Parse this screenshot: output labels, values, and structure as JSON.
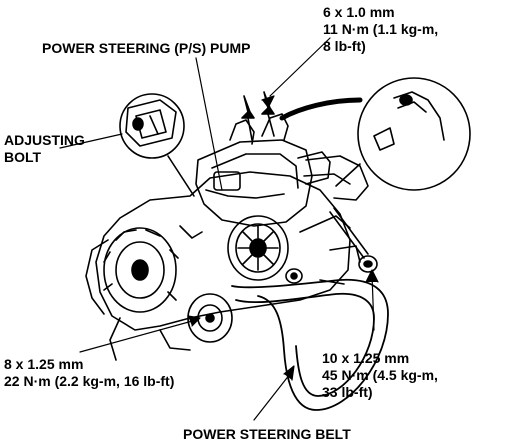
{
  "labels": {
    "pump": "POWER STEERING (P/S) PUMP",
    "adjusting_bolt": [
      "ADJUSTING",
      "BOLT"
    ],
    "bolt_6": [
      "6 x 1.0 mm",
      "11 N·m (1.1 kg-m,",
      "8 lb-ft)"
    ],
    "bolt_8": [
      "8 x 1.25 mm",
      "22 N·m (2.2 kg-m, 16 lb-ft)"
    ],
    "bolt_10": [
      "10 x 1.25 mm",
      "45 N·m (4.5 kg-m,",
      "33 lb-ft)"
    ],
    "belt": "POWER STEERING BELT"
  }
}
